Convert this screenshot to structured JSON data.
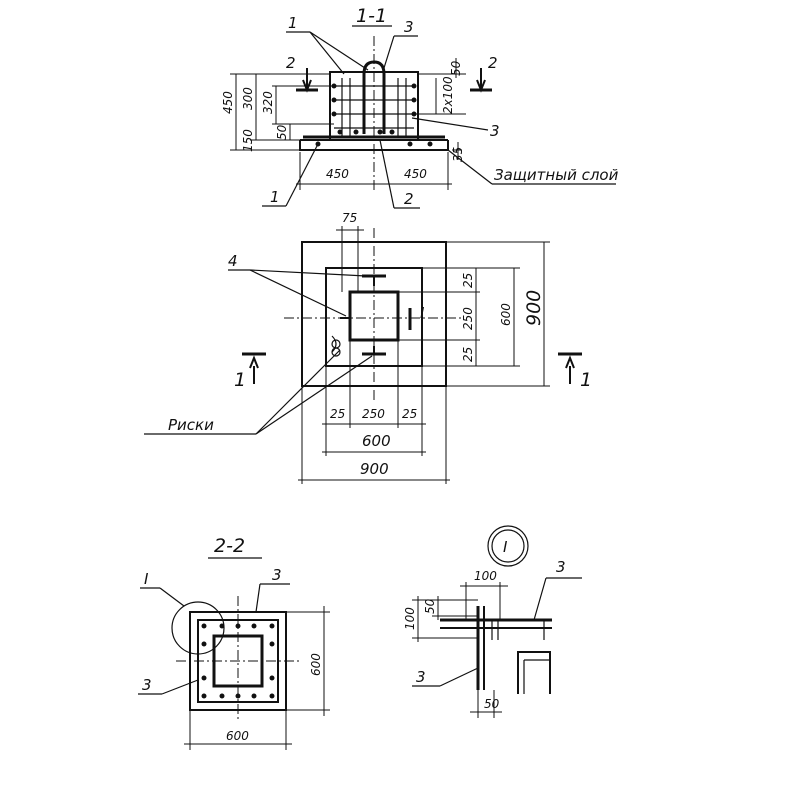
{
  "section_1_1": {
    "title": "1-1",
    "dims": {
      "d450_total": "450",
      "d300": "300",
      "d320": "320",
      "d150": "150",
      "d50_low": "50",
      "d450_left": "450",
      "d450_right": "450",
      "d50_top": "50",
      "d2x100": "2x100",
      "d35": "35"
    },
    "callouts": {
      "c1_top": "1",
      "c3_top": "3",
      "c2_left": "2",
      "c2_right": "2",
      "c3_right": "3",
      "c1_bottom": "1",
      "c2_bottom": "2"
    },
    "protective_layer": "Защитный слой"
  },
  "plan": {
    "dims": {
      "d75": "75",
      "d25_r1": "25",
      "d250_r": "250",
      "d25_r2": "25",
      "d600_r": "600",
      "d900_r": "900",
      "d25_b1": "25",
      "d250_b": "250",
      "d25_b2": "25",
      "d600_b": "600",
      "d900_b": "900"
    },
    "callouts": {
      "c4": "4",
      "cut_left": "1",
      "cut_right": "1",
      "marker": "I"
    },
    "marks_label": "Риски"
  },
  "section_2_2": {
    "title": "2-2",
    "callouts": {
      "detail": "I",
      "c3_top": "3",
      "c3_left": "3"
    },
    "dims": {
      "d600_side": "600",
      "d600_bottom": "600"
    }
  },
  "detail_I": {
    "title": "I",
    "callouts": {
      "c3_top": "3",
      "c3_left": "3"
    },
    "dims": {
      "d100_top": "100",
      "d100_side": "100",
      "d50_side": "50",
      "d50_bottom": "50"
    }
  }
}
